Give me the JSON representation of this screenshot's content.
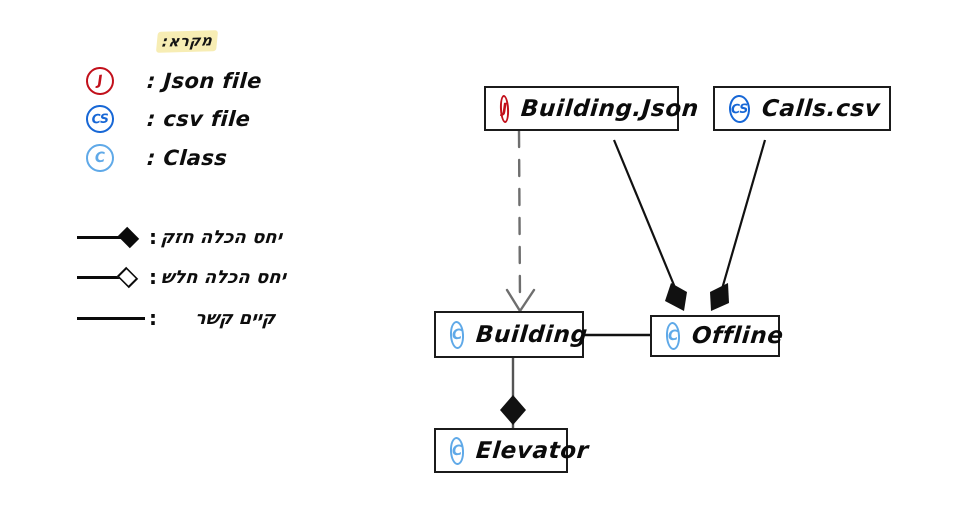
{
  "legend": {
    "title": "מקרא:",
    "entries": [
      {
        "icon": "json-file-badge-icon",
        "symbol": "J",
        "color": "#c2101b",
        "label": ": Json file"
      },
      {
        "icon": "csv-file-badge-icon",
        "symbol": "CS",
        "color": "#1767d6",
        "label": ": csv file"
      },
      {
        "icon": "class-badge-icon",
        "symbol": "C",
        "color": "#5fa9e8",
        "label": ": Class"
      }
    ],
    "relations": [
      {
        "icon": "filled-diamond-icon",
        "colon": ":",
        "label": "יחס הכלה חזק"
      },
      {
        "icon": "hollow-diamond-icon",
        "colon": ":",
        "label": "יחס הכלה חלש"
      },
      {
        "icon": "plain-line-icon",
        "colon": ":",
        "label": "קיים קשר"
      }
    ]
  },
  "diagram": {
    "nodes": [
      {
        "id": "building-json",
        "badge": "J",
        "badge_kind": "j",
        "label": "Building.Json"
      },
      {
        "id": "calls-csv",
        "badge": "CS",
        "badge_kind": "cs",
        "label": "Calls.csv"
      },
      {
        "id": "building",
        "badge": "C",
        "badge_kind": "c",
        "label": "Building"
      },
      {
        "id": "offline",
        "badge": "C",
        "badge_kind": "c",
        "label": "Offline"
      },
      {
        "id": "elevator",
        "badge": "C",
        "badge_kind": "c",
        "label": "Elevator"
      }
    ],
    "edges": [
      {
        "id": "building-json-to-building",
        "type": "dependency-dashed-arrow",
        "from": "building-json",
        "to": "building"
      },
      {
        "id": "building-json-to-offline",
        "type": "composition-filled-diamond",
        "from": "building-json",
        "to": "offline"
      },
      {
        "id": "calls-csv-to-offline",
        "type": "composition-filled-diamond",
        "from": "calls-csv",
        "to": "offline"
      },
      {
        "id": "building-to-offline",
        "type": "association-plain-line",
        "from": "building",
        "to": "offline"
      },
      {
        "id": "building-to-elevator",
        "type": "composition-filled-diamond",
        "from": "building",
        "to": "elevator"
      }
    ]
  },
  "colors": {
    "json_red": "#c2101b",
    "csv_blue": "#1767d6",
    "class_blue": "#5fa9e8",
    "ink": "#0b0b0b",
    "highlight": "#f7edb4"
  }
}
